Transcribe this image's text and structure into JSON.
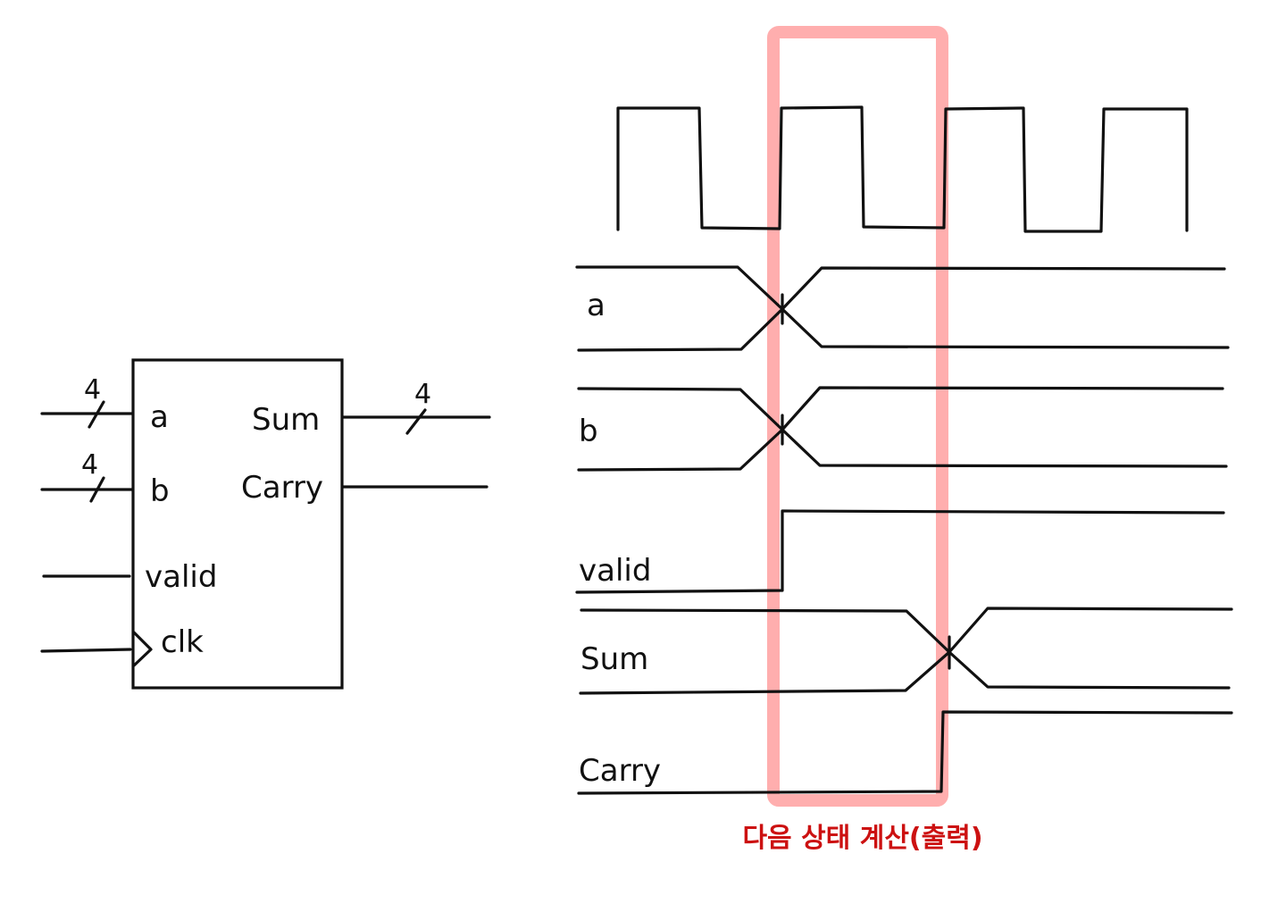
{
  "block": {
    "inputs": [
      {
        "name": "a",
        "width": "4"
      },
      {
        "name": "b",
        "width": "4"
      },
      {
        "name": "valid"
      },
      {
        "name": "clk"
      }
    ],
    "outputs": [
      {
        "name": "Sum",
        "width": "4"
      },
      {
        "name": "Carry"
      }
    ]
  },
  "timing": {
    "signals": [
      "a",
      "b",
      "valid",
      "Sum",
      "Carry"
    ],
    "highlight_caption": "다음 상태 계산(출력)",
    "highlight_color": "#ffaaaa",
    "caption_color": "#cc1111"
  }
}
